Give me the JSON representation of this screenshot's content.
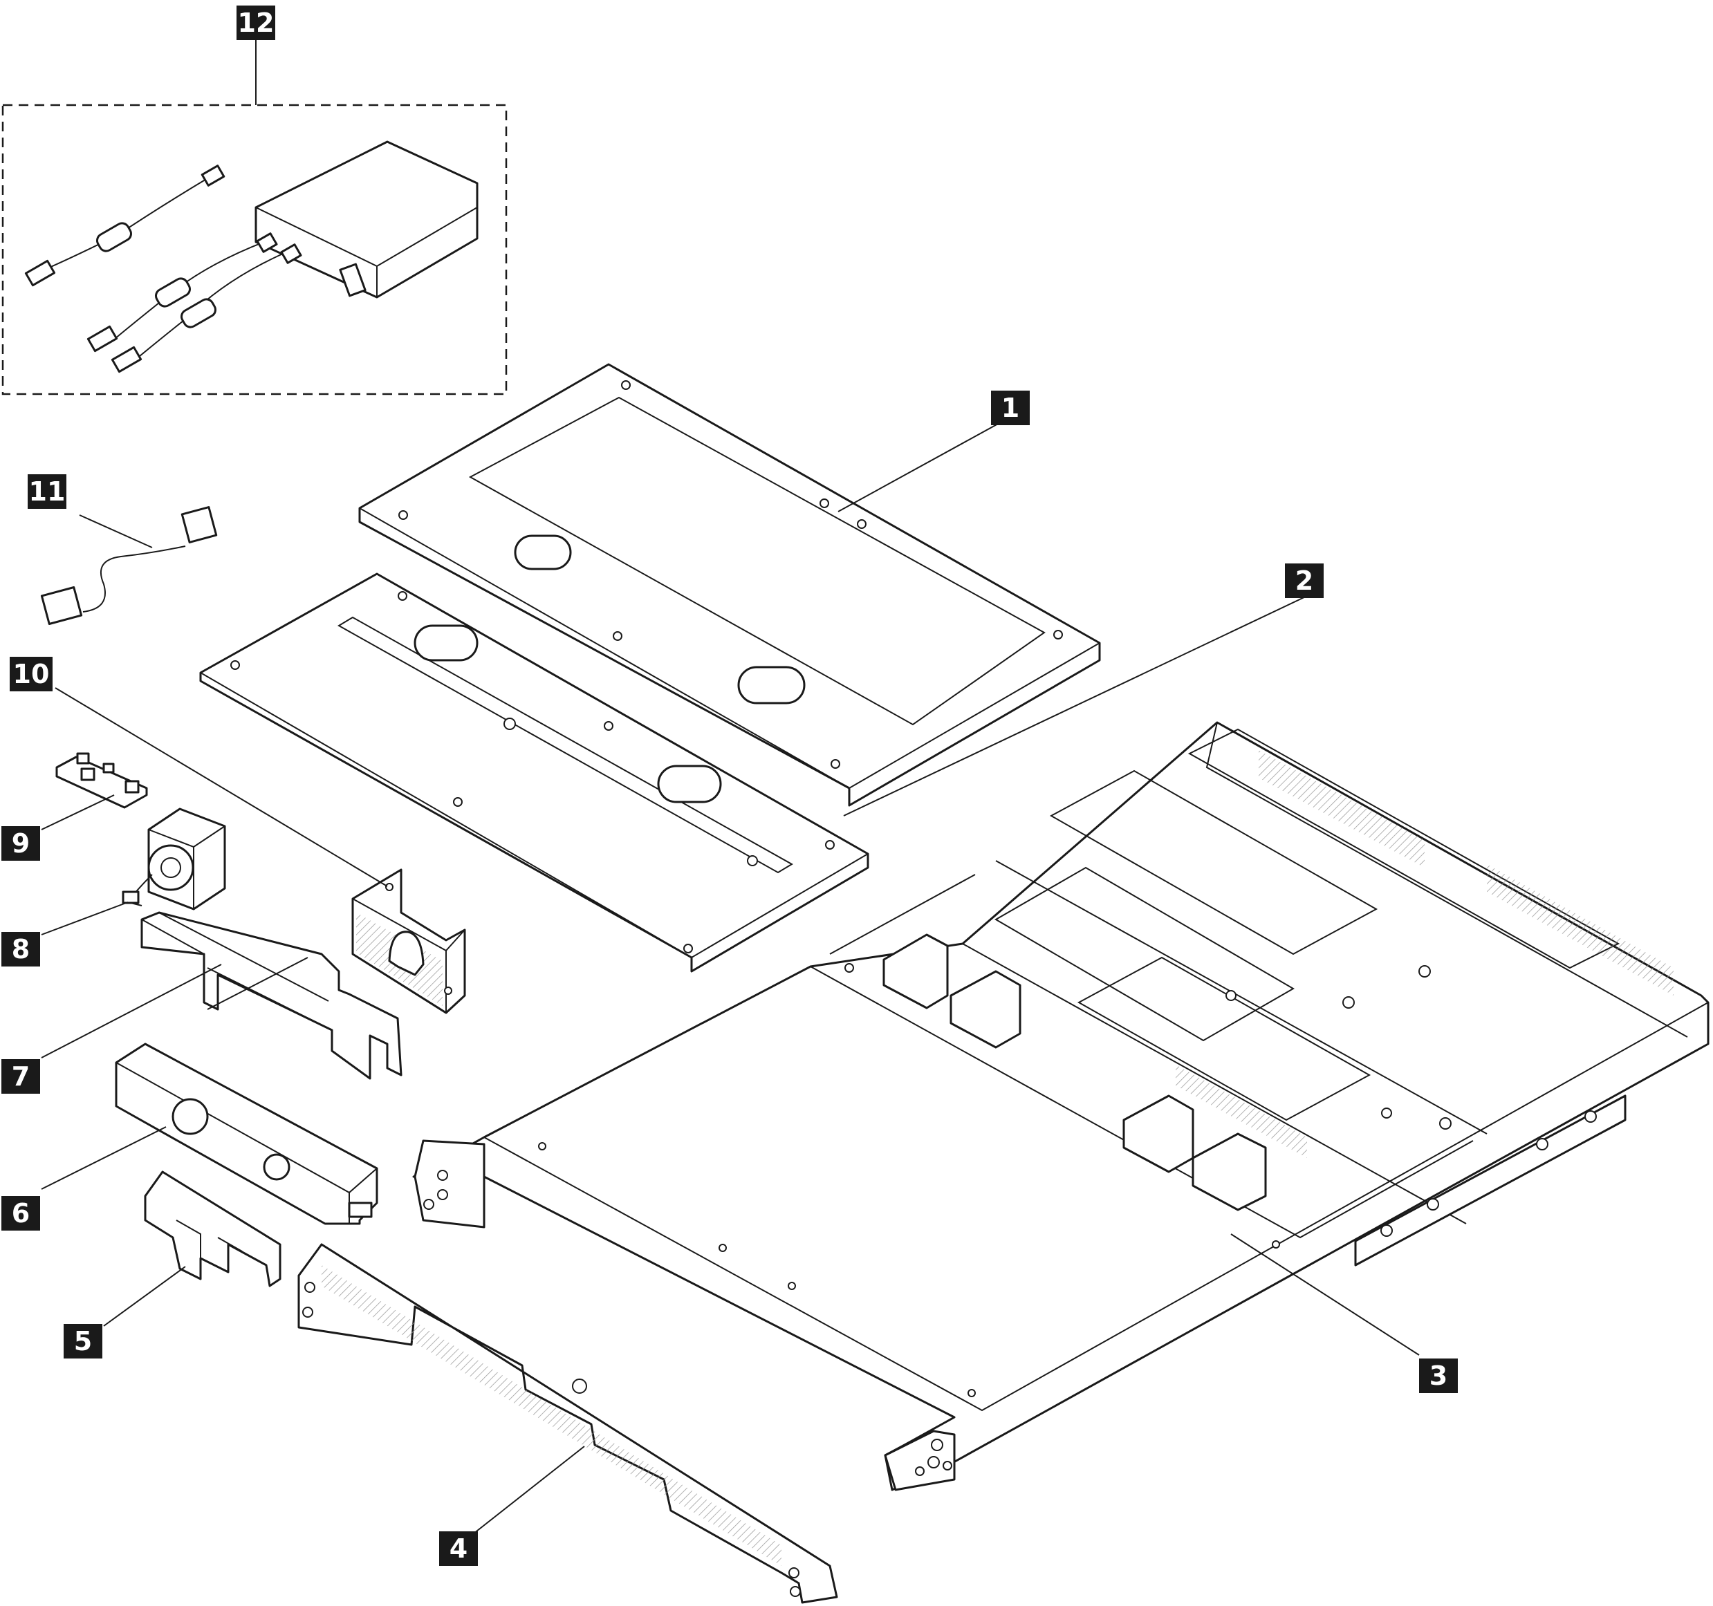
{
  "callouts": {
    "c1": "1",
    "c2": "2",
    "c3": "3",
    "c4": "4",
    "c5": "5",
    "c6": "6",
    "c7": "7",
    "c8": "8",
    "c9": "9",
    "c10": "10",
    "c11": "11",
    "c12": "12"
  },
  "colors": {
    "line": "#1a1a1a",
    "callout_bg": "#1a1a1a",
    "callout_text": "#ffffff",
    "background": "#ffffff"
  }
}
